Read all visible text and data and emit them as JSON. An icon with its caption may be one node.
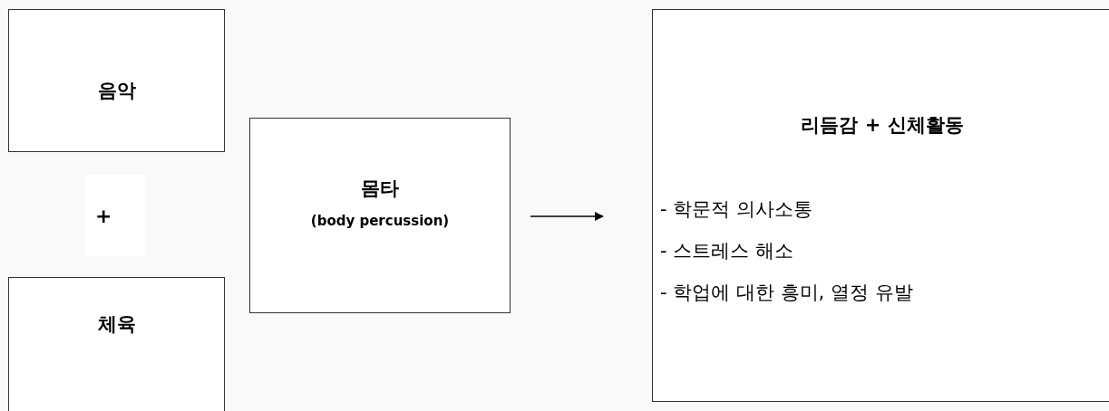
{
  "diagram": {
    "nodes": [
      {
        "text": [
          "음악"
        ]
      },
      {
        "text": [
          "+"
        ]
      },
      {
        "text": [
          "체육"
        ]
      },
      {
        "text": [
          "몸타",
          "(body percussion)"
        ]
      },
      {
        "text": [
          "리듬감 + 신체활동",
          "- 학문적 의사소통",
          "- 스트레스 해소",
          "- 학업에 대한 흥미, 열정 유발"
        ]
      }
    ],
    "edges": [
      {
        "from": 3,
        "to": 4,
        "arrow": "to"
      }
    ]
  }
}
